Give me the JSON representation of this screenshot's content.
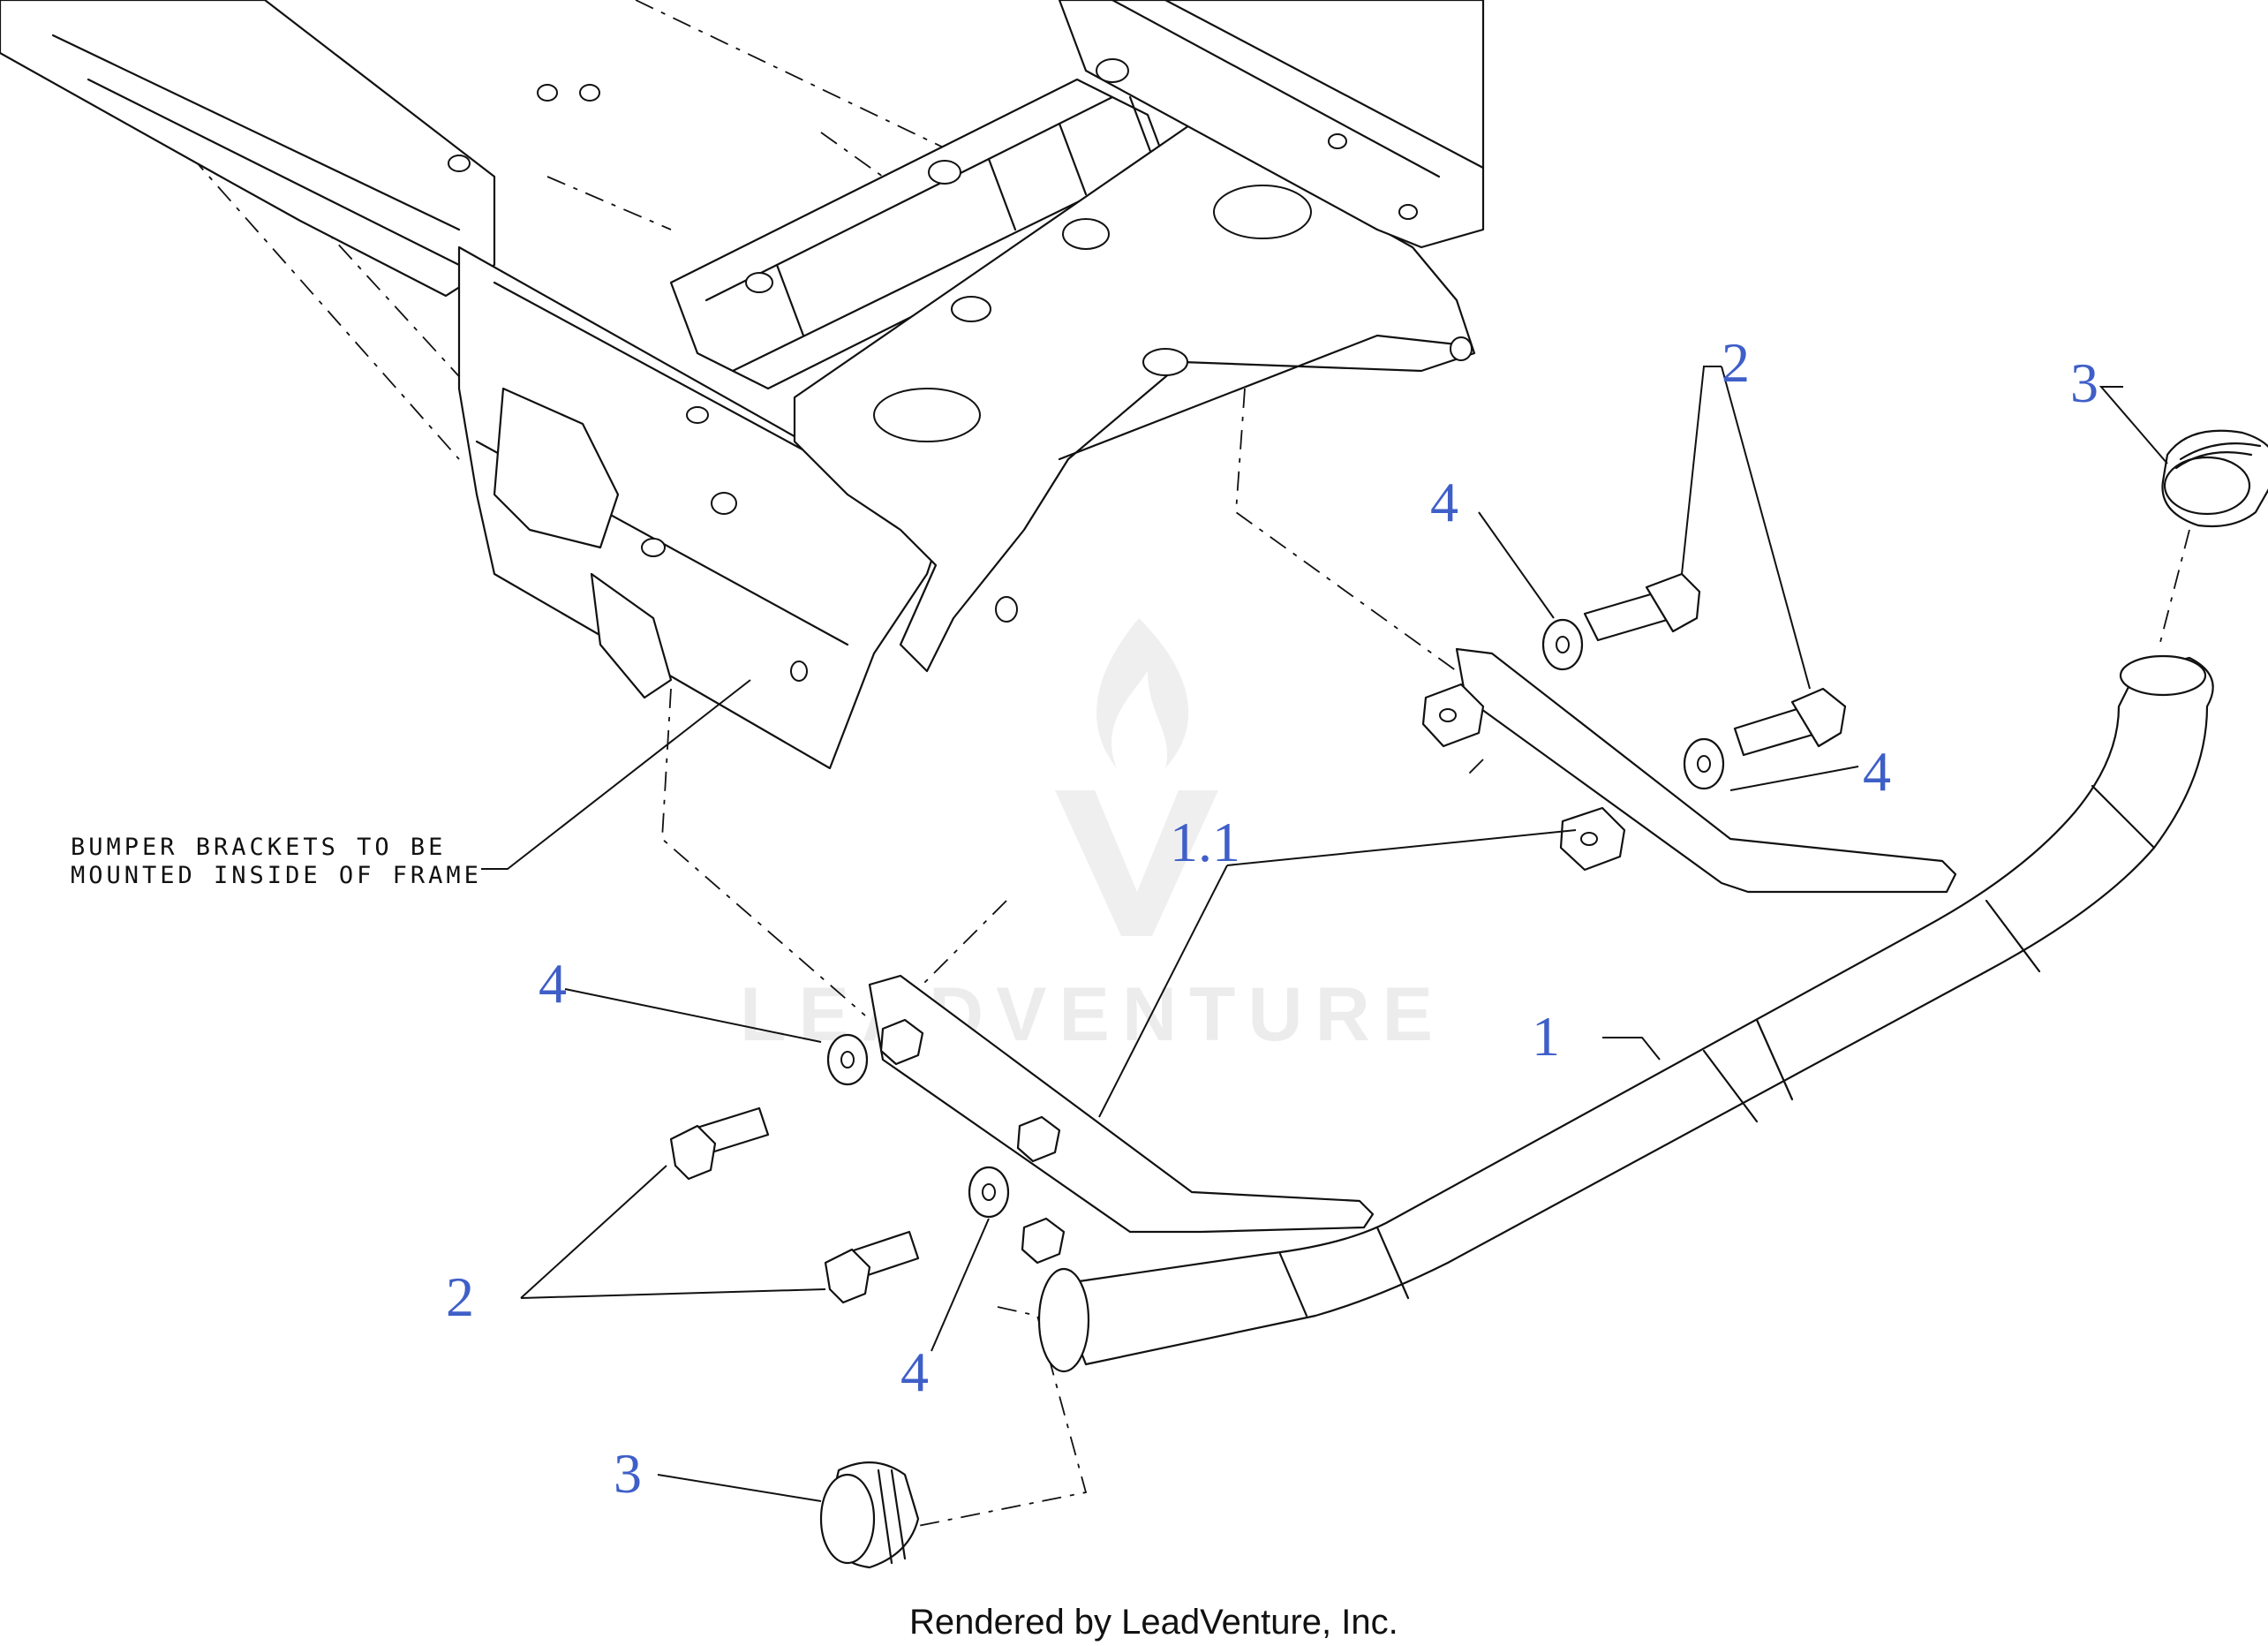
{
  "callouts": {
    "bumper": "1",
    "spacer_nut": "1.1",
    "bolt_upper": "2",
    "bolt_lower": "2",
    "end_cap_upper": "3",
    "end_cap_lower": "3",
    "washer_upper_left": "4",
    "washer_upper_right": "4",
    "washer_lower_left": "4",
    "washer_lower_center": "4"
  },
  "note": {
    "line1": "BUMPER BRACKETS TO BE",
    "line2": "MOUNTED INSIDE OF FRAME"
  },
  "watermark": {
    "text": "LEADVENTURE"
  },
  "footer": {
    "text": "Rendered by LeadVenture, Inc."
  },
  "colors": {
    "callout": "#3f5fc8",
    "line": "#111111",
    "watermark": "#ececec"
  }
}
